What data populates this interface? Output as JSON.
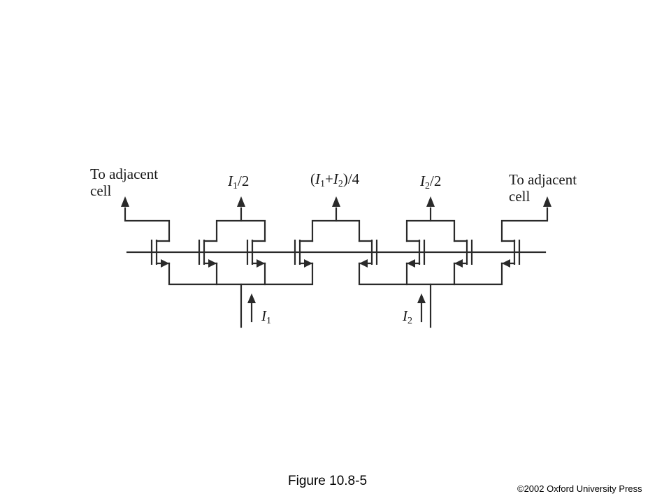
{
  "labels": {
    "to_adjacent_left_line1": "To adjacent",
    "to_adjacent_left_line2": "cell",
    "i1_half": {
      "var": "I",
      "sub": "1",
      "rest": "/2"
    },
    "sum_quarter": {
      "open": "(",
      "var1": "I",
      "sub1": "1",
      "plus": "+",
      "var2": "I",
      "sub2": "2",
      "close": ")/4"
    },
    "i2_half": {
      "var": "I",
      "sub": "2",
      "rest": "/2"
    },
    "to_adjacent_right_line1": "To adjacent",
    "to_adjacent_right_line2": "cell",
    "i1_in": {
      "var": "I",
      "sub": "1"
    },
    "i2_in": {
      "var": "I",
      "sub": "2"
    }
  },
  "caption": "Figure 10.8-5",
  "copyright": "©2002 Oxford University Press"
}
